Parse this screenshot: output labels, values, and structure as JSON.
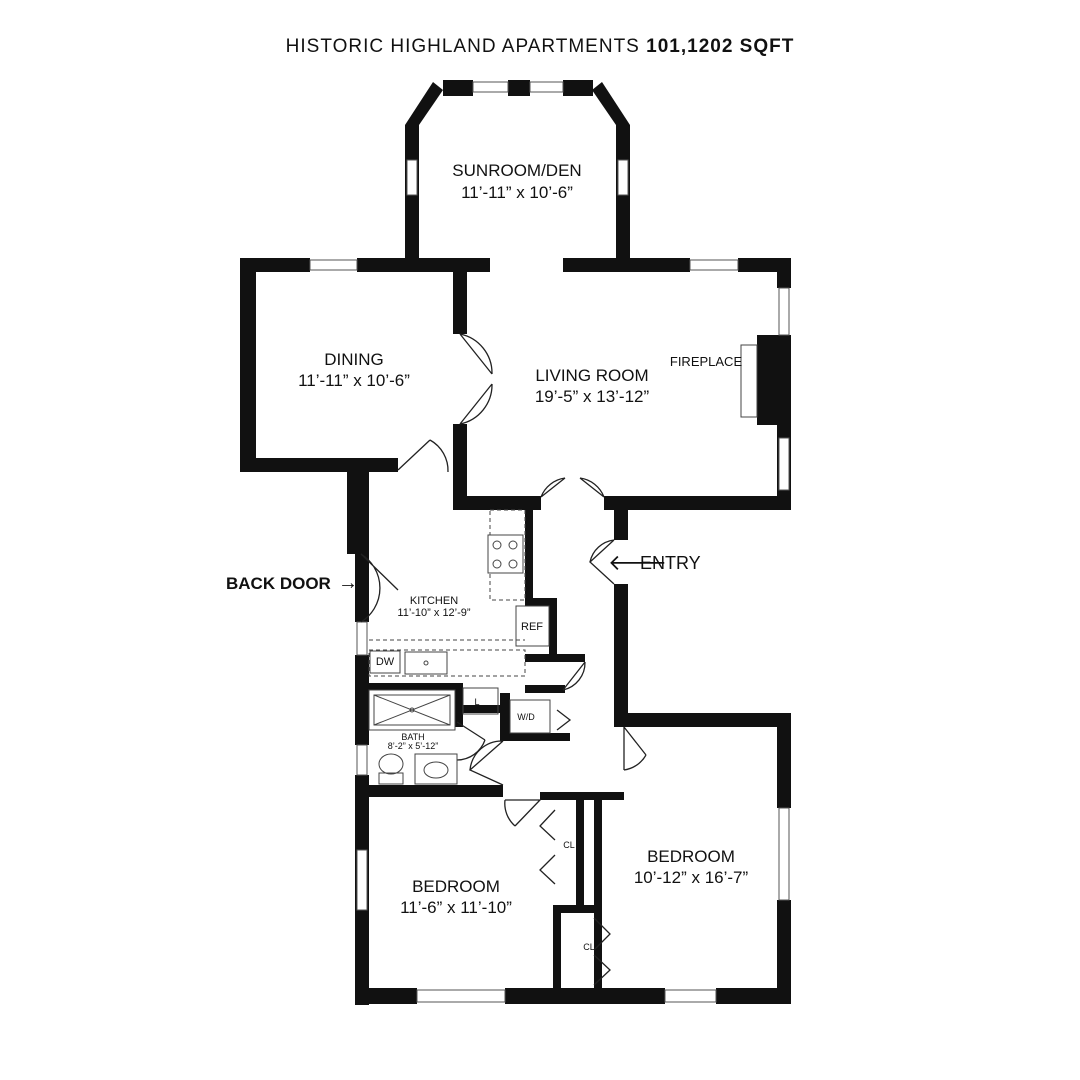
{
  "title": {
    "name": "HISTORIC HIGHLAND APARTMENTS",
    "area": "101,1202 SQFT"
  },
  "rooms": {
    "sunroom": {
      "name": "SUNROOM/DEN",
      "size": "11’-11” x 10’-6”"
    },
    "dining": {
      "name": "DINING",
      "size": "11’-11” x 10’-6”"
    },
    "living": {
      "name": "LIVING ROOM",
      "size": "19’-5” x 13’-12”"
    },
    "kitchen": {
      "name": "KITCHEN",
      "size": "11’-10” x 12’-9”"
    },
    "bath": {
      "name": "BATH",
      "size": "8’-2” x 5’-12”"
    },
    "bedroom1": {
      "name": "BEDROOM",
      "size": "11’-6” x 11’-10”"
    },
    "bedroom2": {
      "name": "BEDROOM",
      "size": "10’-12” x 16’-7”"
    }
  },
  "labels": {
    "fireplace": "FIREPLACE",
    "entry": "ENTRY",
    "back_door": "BACK DOOR",
    "ref": "REF",
    "dw": "DW",
    "wd": "W/D",
    "linen": "L",
    "closet1": "CL",
    "closet2": "CL"
  },
  "icons": {
    "entry_arrow": "arrow-left-icon",
    "back_door_arrow": "arrow-right-icon"
  }
}
